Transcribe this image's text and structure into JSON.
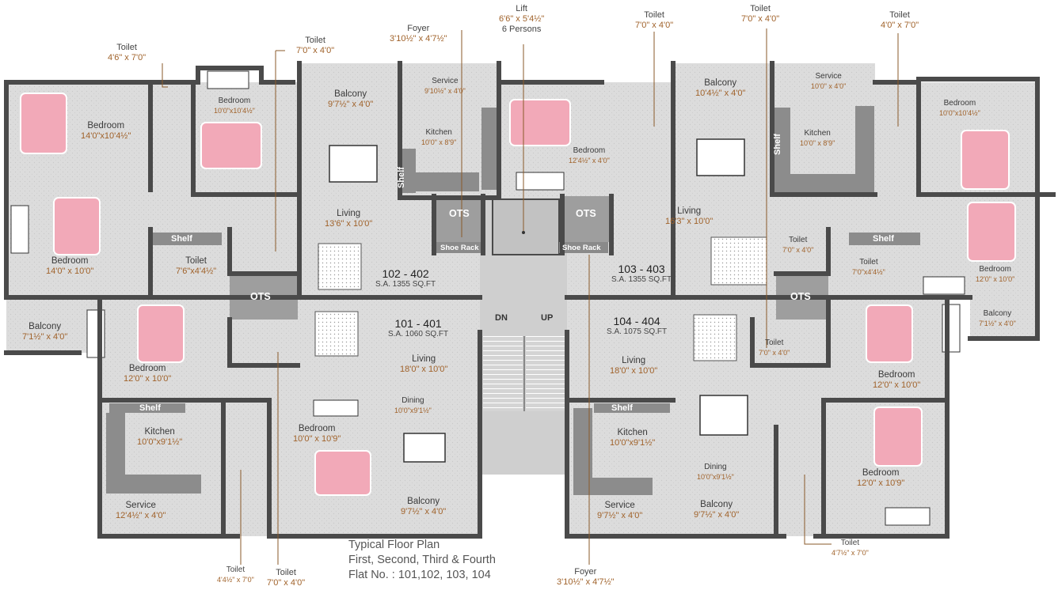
{
  "caption": {
    "title": "Typical Floor Plan",
    "floors": "First, Second, Third & Fourth",
    "flats": "Flat No. : 101,102, 103, 104"
  },
  "units": {
    "u102": {
      "name": "102 - 402",
      "area": "S.A. 1355 SQ.FT"
    },
    "u103": {
      "name": "103 - 403",
      "area": "S.A. 1355 SQ.FT"
    },
    "u101": {
      "name": "101 - 401",
      "area": "S.A. 1060 SQ.FT"
    },
    "u104": {
      "name": "104 - 404",
      "area": "S.A. 1075 SQ.FT"
    }
  },
  "rooms": {
    "bed_tl": {
      "name": "Bedroom",
      "dim": "14'0\"x10'4½\""
    },
    "bed_tl2": {
      "name": "Bedroom",
      "dim": "10'0\"x10'4½\""
    },
    "balcony_102": {
      "name": "Balcony",
      "dim": "9'7½\" x 4'0\""
    },
    "service_102": {
      "name": "Service",
      "dim": "9'10½\" x 4'0\""
    },
    "kitchen_102": {
      "name": "Kitchen",
      "dim": "10'0\" x 8'9\""
    },
    "bed_102_c": {
      "name": "Bedroom",
      "dim": "12'4½\" x 4'0\""
    },
    "balcony_103": {
      "name": "Balcony",
      "dim": "10'4½\" x 4'0\""
    },
    "service_103": {
      "name": "Service",
      "dim": "10'0\" x 4'0\""
    },
    "kitchen_103": {
      "name": "Kitchen",
      "dim": "10'0\" x 8'9\""
    },
    "bed_tr": {
      "name": "Bedroom",
      "dim": "10'0\"x10'4½\""
    },
    "bed_l": {
      "name": "Bedroom",
      "dim": "14'0\" x 10'0\""
    },
    "living_102": {
      "name": "Living",
      "dim": "13'6\" x 10'0\""
    },
    "toilet_102": {
      "name": "Toilet",
      "dim": "7'6\"x4'4½\""
    },
    "living_103": {
      "name": "Living",
      "dim": "16'3\" x 10'0\""
    },
    "toilet_103": {
      "name": "Toilet",
      "dim": "7'0\" x 4'0\""
    },
    "toilet_103b": {
      "name": "Toilet",
      "dim": "7'0\"x4'4½\""
    },
    "bed_r": {
      "name": "Bedroom",
      "dim": "12'0\" x 10'0\""
    },
    "balcony_l": {
      "name": "Balcony",
      "dim": "7'1½\" x 4'0\""
    },
    "balcony_r": {
      "name": "Balcony",
      "dim": "7'1½\" x 4'0\""
    },
    "bed_101": {
      "name": "Bedroom",
      "dim": "12'0\" x 10'0\""
    },
    "living_101": {
      "name": "Living",
      "dim": "18'0\" x 10'0\""
    },
    "dining_101": {
      "name": "Dining",
      "dim": "10'0\"x9'1½\""
    },
    "kitchen_101": {
      "name": "Kitchen",
      "dim": "10'0\"x9'1½\""
    },
    "bed_101b": {
      "name": "Bedroom",
      "dim": "10'0\" x 10'9\""
    },
    "service_101": {
      "name": "Service",
      "dim": "12'4½\" x 4'0\""
    },
    "balcony_101": {
      "name": "Balcony",
      "dim": "9'7½\" x 4'0\""
    },
    "living_104": {
      "name": "Living",
      "dim": "18'0\" x 10'0\""
    },
    "toilet_104": {
      "name": "Toilet",
      "dim": "7'0\" x 4'0\""
    },
    "bed_104": {
      "name": "Bedroom",
      "dim": "12'0\" x 10'0\""
    },
    "kitchen_104": {
      "name": "Kitchen",
      "dim": "10'0\"x9'1½\""
    },
    "dining_104": {
      "name": "Dining",
      "dim": "10'0\"x9'1½\""
    },
    "service_104": {
      "name": "Service",
      "dim": "9'7½\" x 4'0\""
    },
    "balcony_104": {
      "name": "Balcony",
      "dim": "9'7½\" x 4'0\""
    },
    "bed_104b": {
      "name": "Bedroom",
      "dim": "12'0\" x 10'9\""
    },
    "shelf_1": {
      "name": "Shelf",
      "dim": ""
    },
    "shelf_2": {
      "name": "Shelf",
      "dim": ""
    },
    "shelf_3": {
      "name": "Shelf",
      "dim": ""
    },
    "shelf_4": {
      "name": "Shelf",
      "dim": ""
    },
    "shelf_v1": {
      "name": "Shelf",
      "dim": ""
    },
    "shelf_v2": {
      "name": "Shelf",
      "dim": ""
    },
    "ots_1": {
      "name": "OTS",
      "dim": ""
    },
    "ots_2": {
      "name": "OTS",
      "dim": ""
    },
    "ots_3": {
      "name": "OTS",
      "dim": ""
    },
    "ots_4": {
      "name": "OTS",
      "dim": ""
    },
    "shoe_1": {
      "name": "Shoe Rack",
      "dim": ""
    },
    "shoe_2": {
      "name": "Shoe Rack",
      "dim": ""
    },
    "stair_dn": {
      "name": "DN",
      "dim": ""
    },
    "stair_up": {
      "name": "UP",
      "dim": ""
    }
  },
  "callouts": {
    "toilet_a": {
      "name": "Toilet",
      "dim": "4'6\" x 7'0\""
    },
    "toilet_b": {
      "name": "Toilet",
      "dim": "7'0\" x 4'0\""
    },
    "foyer_top": {
      "name": "Foyer",
      "dim": "3'10½\" x 4'7½\""
    },
    "lift": {
      "name": "Lift",
      "dim": "6'6\" x 5'4½\"",
      "extra": "6 Persons"
    },
    "toilet_c": {
      "name": "Toilet",
      "dim": "7'0\" x 4'0\""
    },
    "toilet_d": {
      "name": "Toilet",
      "dim": "7'0\" x 4'0\""
    },
    "toilet_e": {
      "name": "Toilet",
      "dim": "4'0\" x 7'0\""
    },
    "toilet_f": {
      "name": "Toilet",
      "dim": "4'4½\" x 7'0\""
    },
    "toilet_g": {
      "name": "Toilet",
      "dim": "7'0\" x 4'0\""
    },
    "foyer_bot": {
      "name": "Foyer",
      "dim": "3'10½\" x 4'7½\""
    },
    "toilet_h": {
      "name": "Toilet",
      "dim": "4'7½\" x 7'0\""
    }
  },
  "colors": {
    "wall": "#4a4a4a",
    "floor": "#dadada",
    "fixture": "#8a8a8a",
    "bed": "#f2a9b8",
    "dimension": "#a0622a",
    "core": "#c9c9c9",
    "leader": "#8a5a2a"
  }
}
